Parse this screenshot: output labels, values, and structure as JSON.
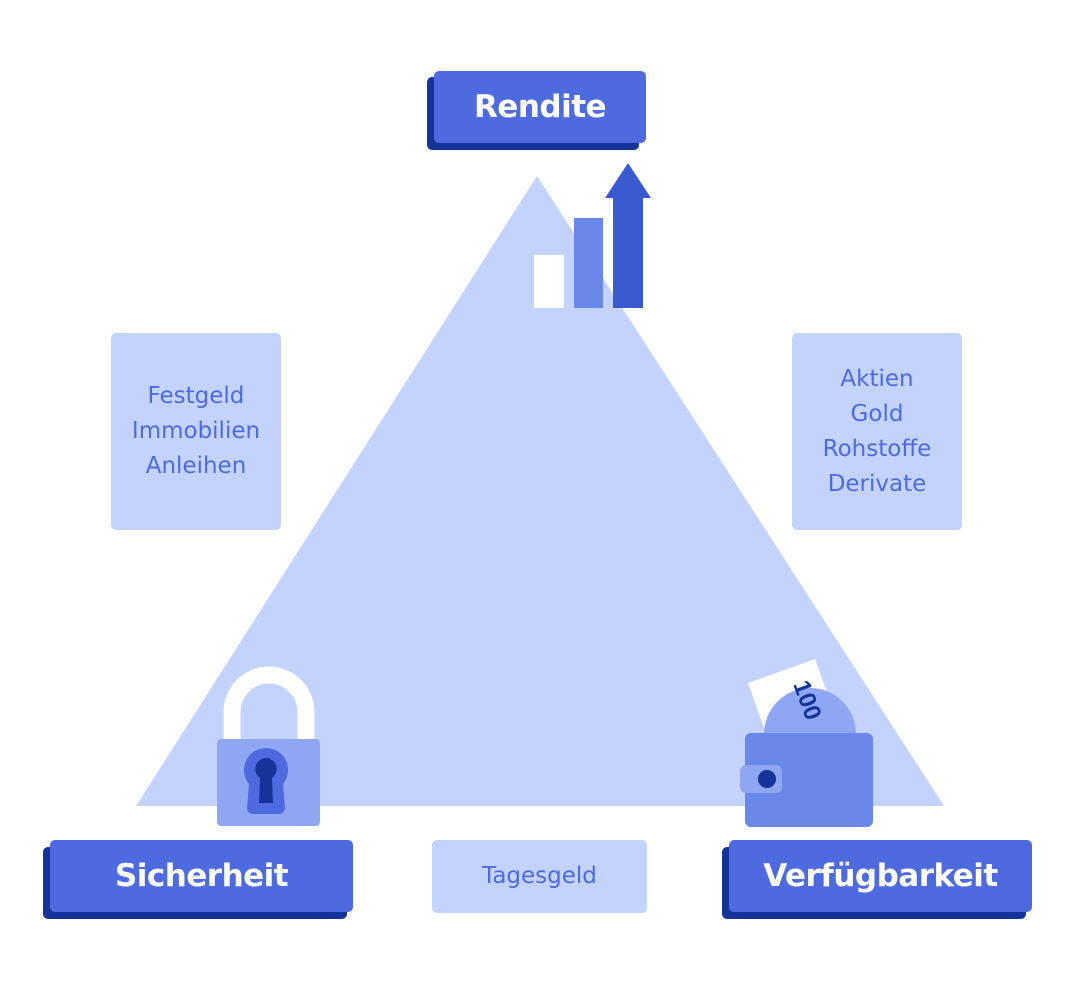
{
  "diagram": {
    "title": "Magisches Dreieck der Geldanlage",
    "colors": {
      "triangle_fill": "#c3d3fd",
      "label_face": "#4d6bdf",
      "label_shadow": "#14349a",
      "box_fill": "#c3d3fd",
      "box_text": "#4d6bdf",
      "icon_mid": "#6a88ea",
      "icon_dark": "#3a5bd0",
      "icon_darkest": "#14349a",
      "icon_light": "#8fa7f3"
    },
    "vertices": {
      "top": {
        "label": "Rendite",
        "icon": "bar-chart-arrow-up-icon"
      },
      "bottom_left": {
        "label": "Sicherheit",
        "icon": "padlock-icon"
      },
      "bottom_right": {
        "label": "Verfügbarkeit",
        "icon": "wallet-with-banknote-icon"
      }
    },
    "edge_boxes": {
      "left": {
        "items": [
          "Festgeld",
          "Immobilien",
          "Anleihen"
        ]
      },
      "right": {
        "items": [
          "Aktien",
          "Gold",
          "Rohstoffe",
          "Derivate"
        ]
      },
      "bottom": {
        "items": [
          "Tagesgeld"
        ]
      }
    },
    "banknote_text": "100"
  }
}
